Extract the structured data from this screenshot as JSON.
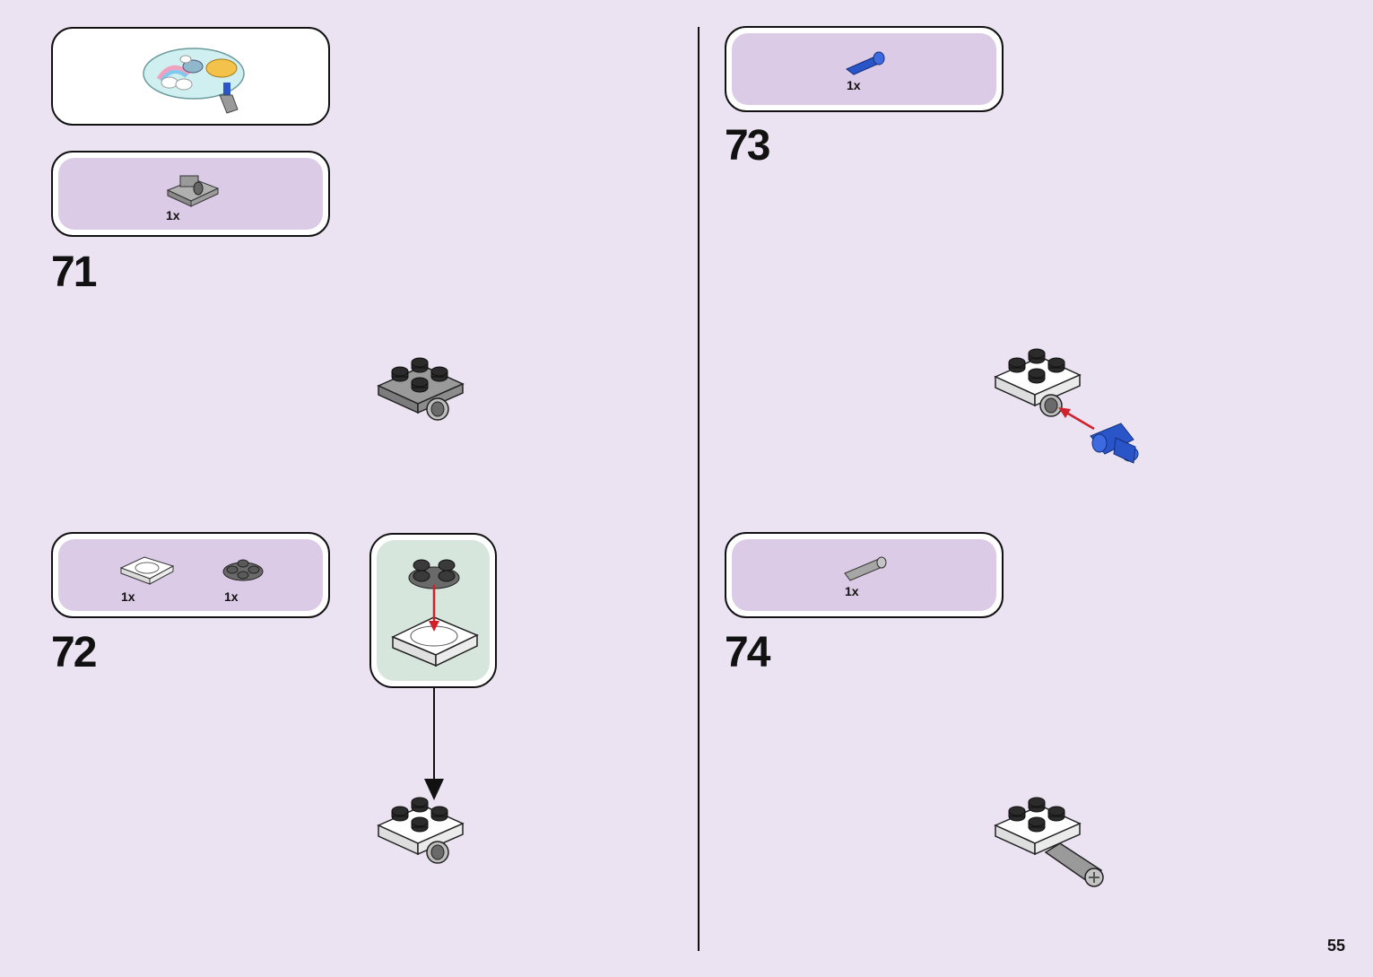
{
  "page": {
    "number": "55"
  },
  "steps": [
    {
      "number": "71",
      "parts": [
        {
          "name": "grey-plate-with-pin-hole",
          "qty": "1x"
        }
      ]
    },
    {
      "number": "72",
      "parts": [
        {
          "name": "white-turntable-base",
          "qty": "1x"
        },
        {
          "name": "dark-grey-turntable-top",
          "qty": "1x"
        }
      ]
    },
    {
      "number": "73",
      "parts": [
        {
          "name": "blue-pin",
          "qty": "1x"
        }
      ]
    },
    {
      "number": "74",
      "parts": [
        {
          "name": "grey-axle",
          "qty": "1x"
        }
      ]
    }
  ],
  "colors": {
    "background": "#ebe2f2",
    "parts_panel": "#dccbe6",
    "callout_panel": "#d7e6dc",
    "arrow_red": "#d0202a",
    "brick_dark": "#2b2b2b",
    "brick_grey": "#9a9a9a",
    "pin_blue": "#2a55c8"
  },
  "icons": [
    "submodel-preview",
    "plate-with-hole-icon",
    "turntable-icon",
    "pin-icon",
    "axle-icon",
    "insert-arrow",
    "down-arrow"
  ]
}
